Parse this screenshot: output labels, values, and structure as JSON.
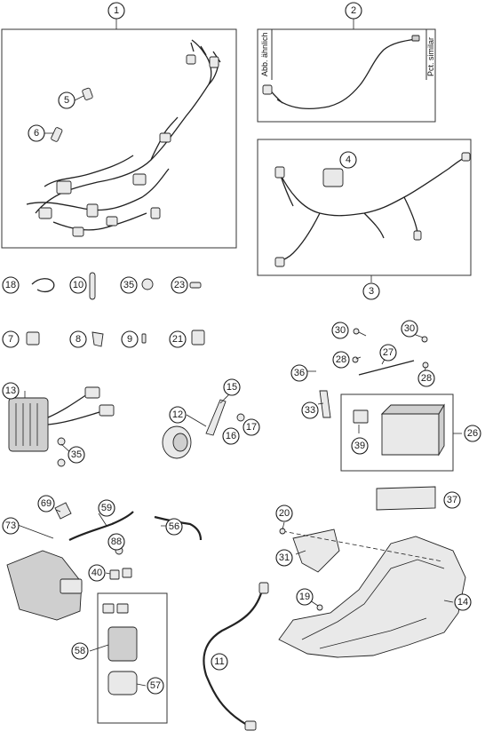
{
  "labels": {
    "similar_de": "Abb. ähnlich",
    "similar_en": "Pct. similar"
  },
  "callouts": [
    "1",
    "2",
    "3",
    "4",
    "5",
    "6",
    "7",
    "8",
    "9",
    "10",
    "11",
    "12",
    "13",
    "14",
    "15",
    "16",
    "17",
    "18",
    "19",
    "20",
    "21",
    "23",
    "26",
    "27",
    "28",
    "28",
    "30",
    "30",
    "31",
    "33",
    "35",
    "35",
    "36",
    "37",
    "39",
    "40",
    "56",
    "57",
    "58",
    "59",
    "69",
    "73",
    "88"
  ]
}
